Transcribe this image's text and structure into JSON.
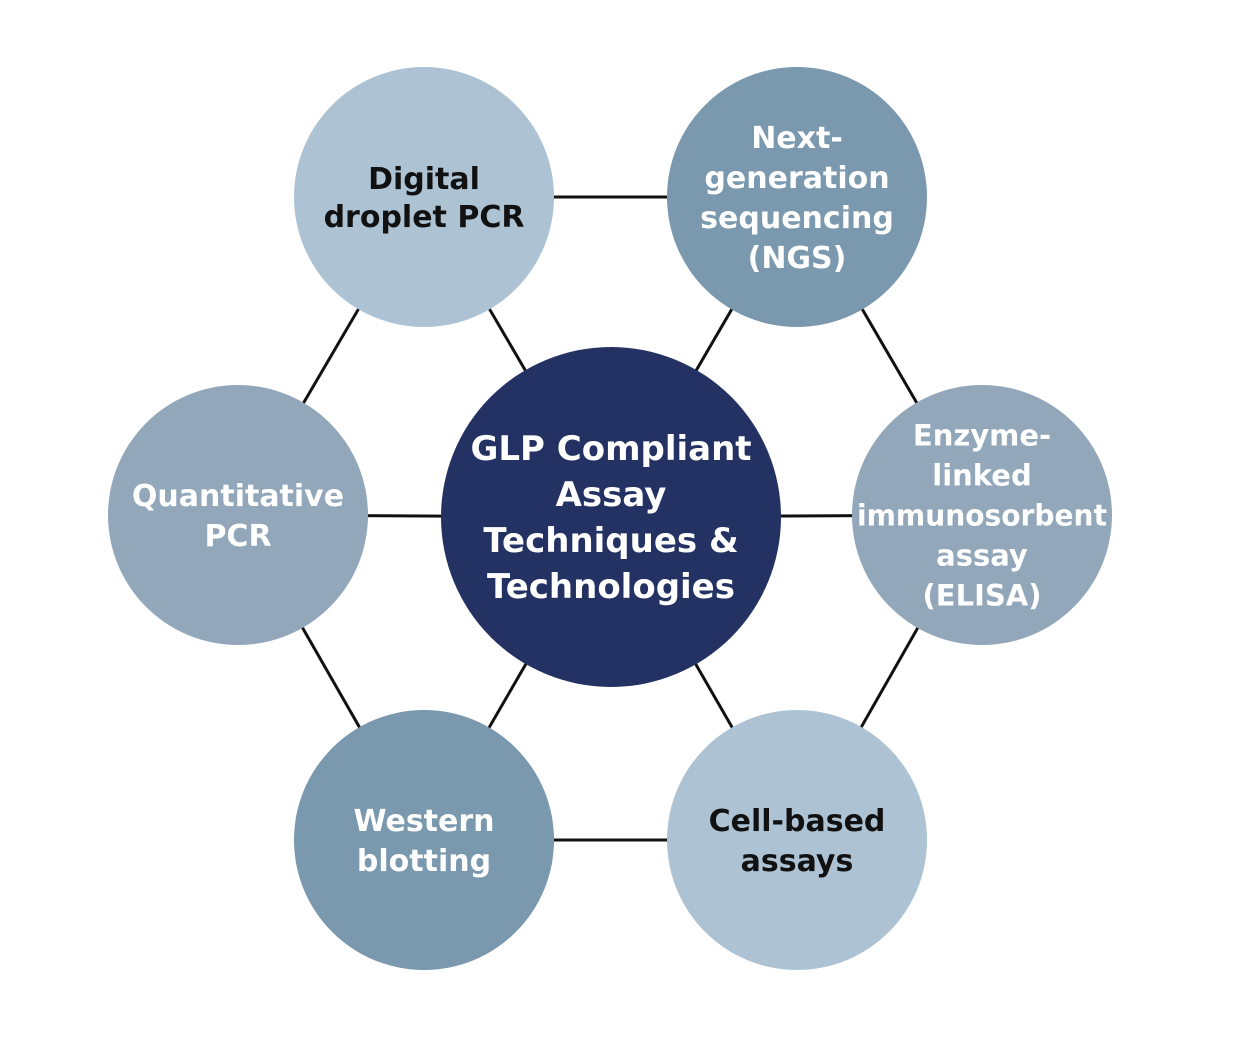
{
  "center": {
    "lines": [
      "GLP Compliant",
      "Assay",
      "Techniques &",
      "Technologies"
    ],
    "fill": "#233163",
    "text_color": "#ffffff"
  },
  "nodes": [
    {
      "id": "digital-droplet-pcr",
      "lines": [
        "Digital",
        "droplet PCR"
      ],
      "fill": "#adc3d4",
      "text_color": "#111111"
    },
    {
      "id": "next-generation-sequencing",
      "lines": [
        "Next-",
        "generation",
        "sequencing",
        "(NGS)"
      ],
      "fill": "#7a98ae",
      "text_color": "#ffffff"
    },
    {
      "id": "elisa",
      "lines": [
        "Enzyme-",
        "linked",
        "immunosorbent",
        "assay",
        "(ELISA)"
      ],
      "fill": "#93a7ba",
      "text_color": "#ffffff"
    },
    {
      "id": "cell-based-assays",
      "lines": [
        "Cell-based",
        "assays"
      ],
      "fill": "#adc3d4",
      "text_color": "#111111"
    },
    {
      "id": "western-blotting",
      "lines": [
        "Western",
        "blotting"
      ],
      "fill": "#7a98ae",
      "text_color": "#ffffff"
    },
    {
      "id": "quantitative-pcr",
      "lines": [
        "Quantitative",
        "PCR"
      ],
      "fill": "#93a7ba",
      "text_color": "#ffffff"
    }
  ]
}
